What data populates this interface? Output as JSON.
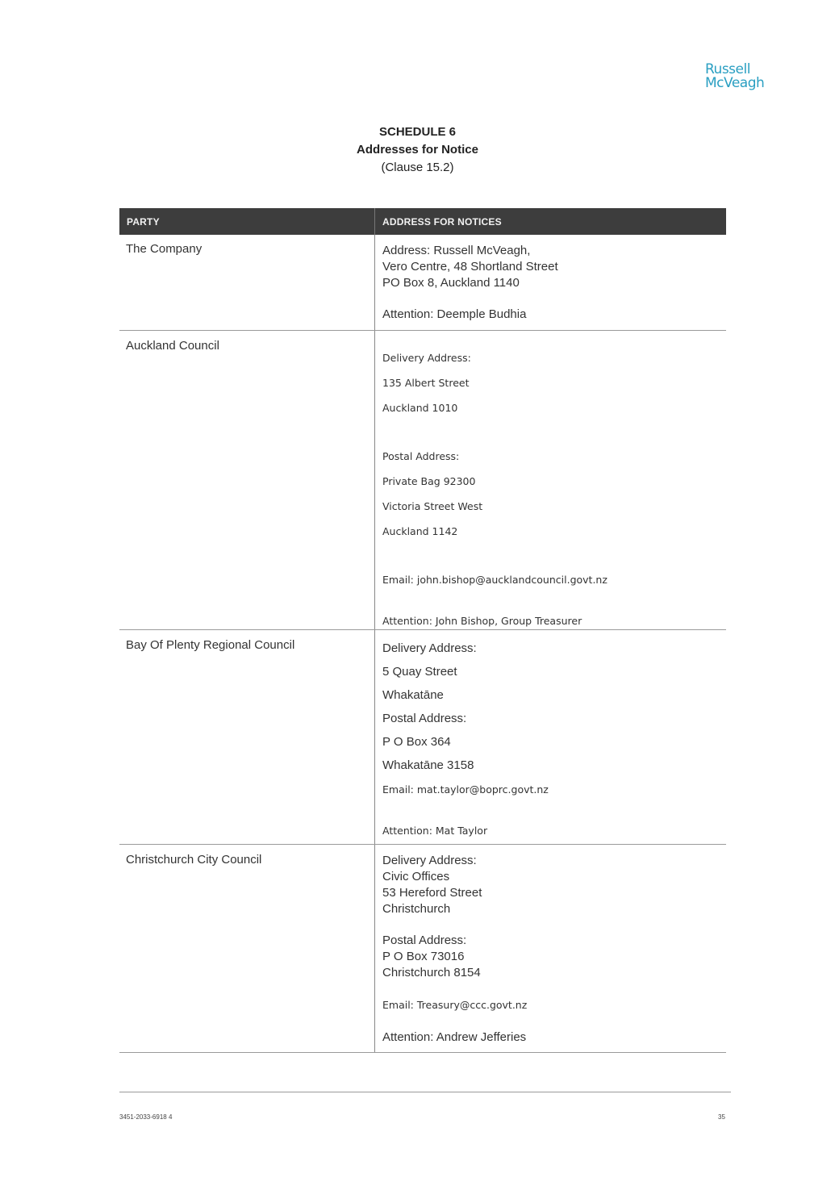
{
  "logo": {
    "line1": "Russell",
    "line2": "McVeagh"
  },
  "heading": {
    "title": "SCHEDULE 6",
    "subtitle": "Addresses for Notice",
    "clause": "(Clause 15.2)"
  },
  "table": {
    "headers": {
      "party": "PARTY",
      "address": "ADDRESS FOR NOTICES"
    },
    "company": {
      "party": "The Company",
      "lines": [
        "Address: Russell McVeagh,",
        "Vero Centre, 48 Shortland Street",
        "PO Box 8, Auckland 1140"
      ],
      "attention": "Attention: Deemple Budhia"
    },
    "auckland": {
      "party": "Auckland Council",
      "delivery_label": "Delivery Address:",
      "delivery_lines": [
        "135 Albert Street",
        "Auckland 1010"
      ],
      "postal_label": "Postal Address:",
      "postal_lines": [
        "Private Bag 92300",
        "Victoria Street West",
        "Auckland 1142"
      ],
      "email": "Email: john.bishop@aucklandcouncil.govt.nz",
      "attention": "Attention: John Bishop, Group Treasurer"
    },
    "bop": {
      "party": "Bay Of Plenty Regional Council",
      "lines": [
        "Delivery Address:",
        "5 Quay Street",
        "Whakatāne",
        "Postal Address:",
        "P O Box 364",
        "Whakatāne 3158"
      ],
      "email": "Email: mat.taylor@boprc.govt.nz",
      "attention": "Attention: Mat Taylor"
    },
    "christchurch": {
      "party": "Christchurch City Council",
      "delivery_lines": [
        "Delivery Address:",
        "Civic Offices",
        "53 Hereford Street",
        "Christchurch"
      ],
      "postal_lines": [
        "Postal Address:",
        "P O Box 73016",
        "Christchurch 8154"
      ],
      "email": "Email: Treasury@ccc.govt.nz",
      "attention": "Attention: Andrew Jefferies"
    }
  },
  "footer": {
    "doc_ref": "3451-2033-6918 4",
    "page_number": "35"
  }
}
